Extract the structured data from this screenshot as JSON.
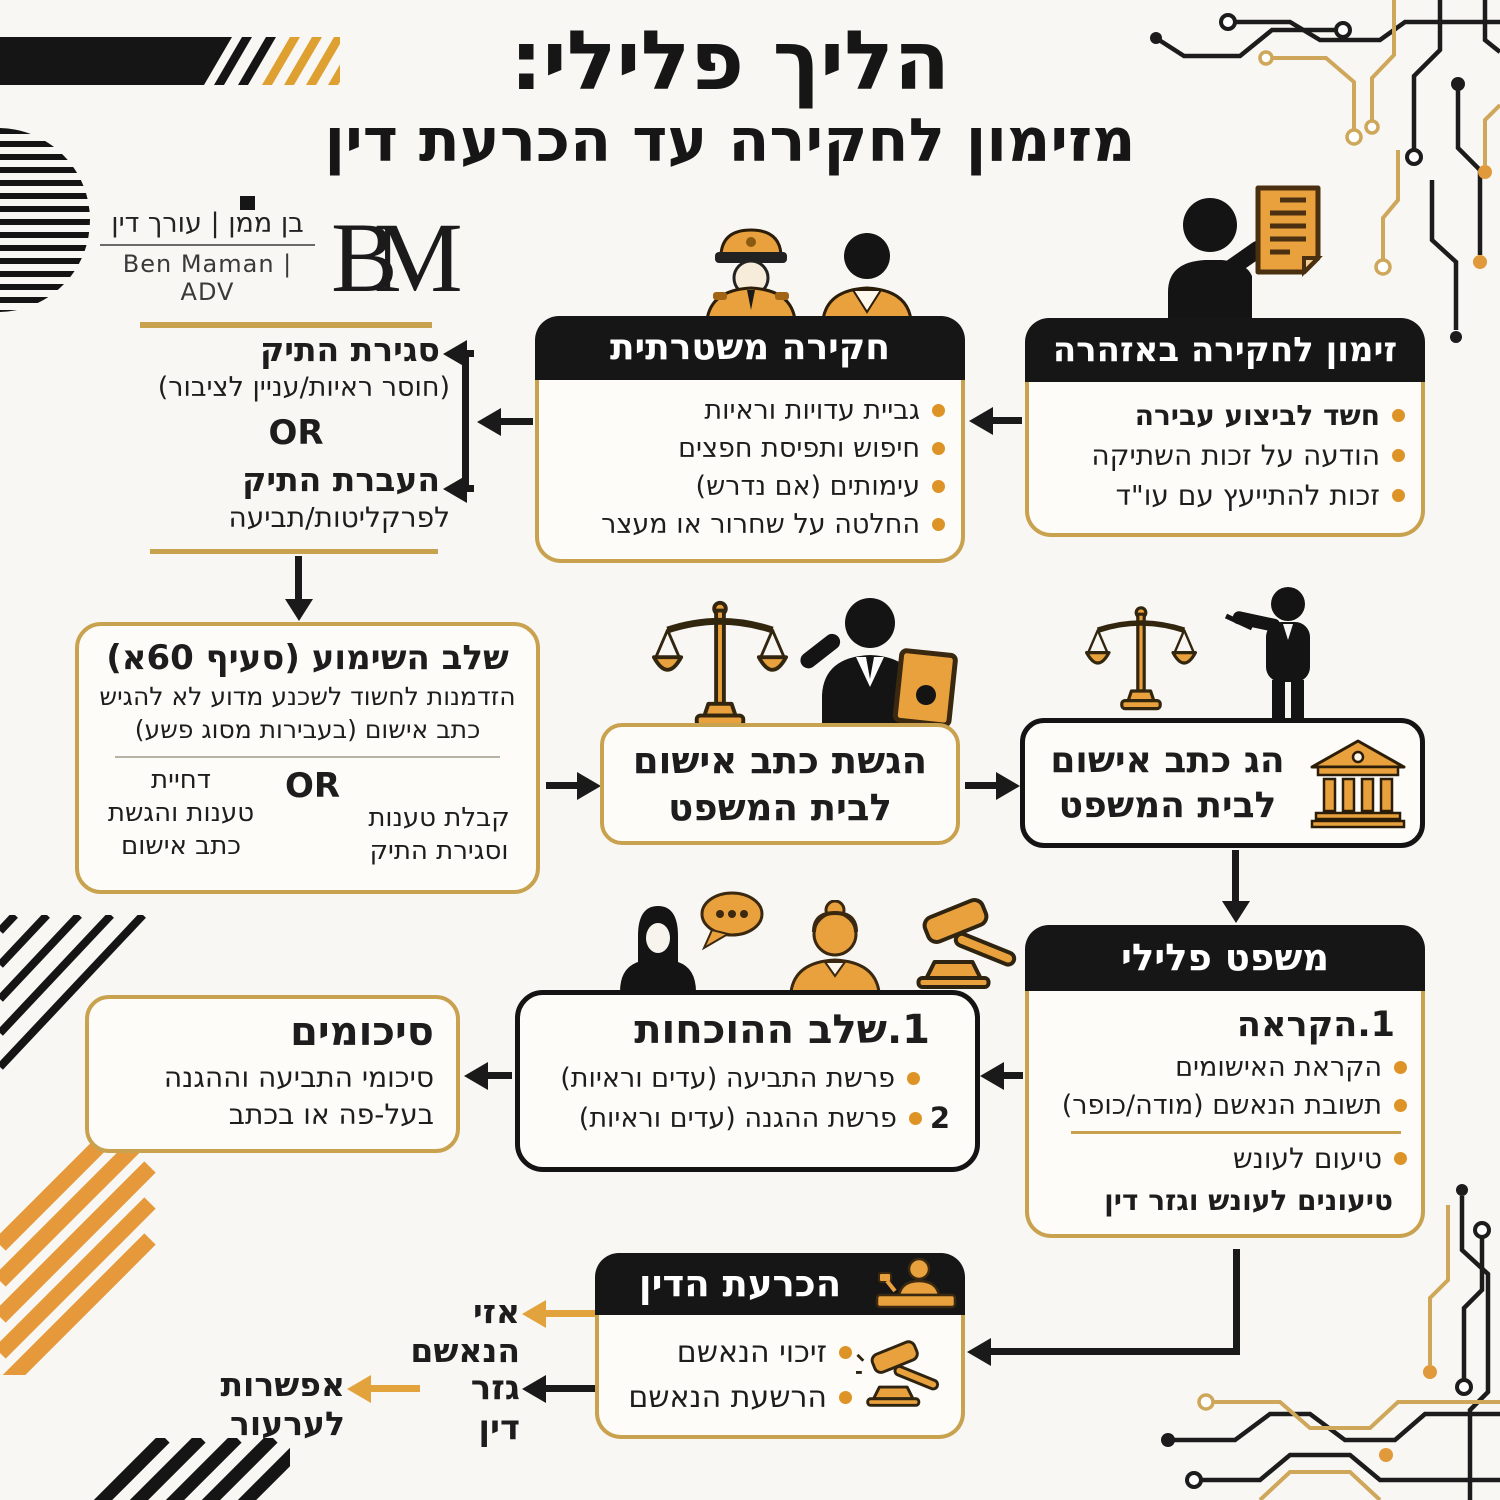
{
  "title": {
    "line1": "הליך פלילי:",
    "line2": "מזימון לחקירה עד הכרעת דין"
  },
  "logo": {
    "monogram_b": "B",
    "monogram_m": "M",
    "hebrew": "בן ממן | עורך דין",
    "english": "Ben Maman | ADV"
  },
  "summons_box": {
    "header": "זימון לחקירה באזהרה",
    "bullets": [
      "חשד לביצוע עבירה",
      "הודעה על זכות השתיקה",
      "זכות להתייעץ עם עו\"ד"
    ]
  },
  "police_box": {
    "header": "חקירה משטרתית",
    "bullets": [
      "גביית עדויות וראיות",
      "חיפוש ותפיסת חפצים",
      "עימותים (אם נדרש)",
      "החלטה על שחרור או מעצר"
    ]
  },
  "closure": {
    "option1": "סגירת התיק",
    "option1_note": "(חוסר ראיות/עניין לציבור)",
    "or": "OR",
    "option2": "העברת התיק",
    "option2_note": "לפרקליטות/תביעה"
  },
  "hearing_box": {
    "title": "שלב השימוע (סעיף 60א)",
    "desc1": "הזדמנות לחשוד לשכנע מדוע לא להגיש",
    "desc2": "כתב אישום (בעבירות מסוג פשע)",
    "or": "OR",
    "accept1": "קבלת טענות",
    "accept2": "וסגירת התיק",
    "reject1": "דחיית",
    "reject2": "טענות והגשת",
    "reject3": "כתב אישום"
  },
  "filing_box": {
    "line1": "הגשת כתב אישום",
    "line2": "לבית המשפט"
  },
  "filed_box": {
    "line1": "הג כתב אישום",
    "line2": "לבית המשפט"
  },
  "trial_box": {
    "header": "משפט פלילי",
    "stage": "1.הקראה",
    "bullets": [
      "הקראת האישומים",
      "תשובת הנאשם (מודה/כופר)"
    ],
    "bullet_sentencing": "טיעום לעונש",
    "sentencing_line": "טיעונים לעונש וגזר דין"
  },
  "evidence_box": {
    "title": "1.שלב ההוכחות",
    "bullet1": "פרשת התביעה (עדים וראיות)",
    "bullet2_num": "2",
    "bullet2": "פרשת ההגנה (עדים וראיות)"
  },
  "summary_box": {
    "title": "סיכומים",
    "line1": "סיכומי התביעה וההגנה",
    "line2": "בעל-פה או בכתב"
  },
  "verdict_box": {
    "header": "הכרעת הדין",
    "bullets": [
      "זיכוי הנאשם",
      "הרשעת הנאשם"
    ]
  },
  "outcomes": {
    "acquittal": "אזי הנאשם",
    "sentence": "גזר דין",
    "appeal": "אפשרות לערעור"
  },
  "icons": {
    "person_document": "person-holding-document",
    "police": "police-officer-and-suspect",
    "scales": "scales-of-justice",
    "prosecutor": "lawyer-with-folder",
    "pointer": "lawyer-pointing",
    "courthouse": "courthouse",
    "witness_black": "woman-silhouette-speech-bubble",
    "witness_orange": "woman-witness",
    "gavel": "gavel",
    "judge": "judge-at-bench"
  },
  "colors": {
    "gold": "#c9a24f",
    "orange": "#e6993a",
    "black": "#1a1a1a",
    "bullet": "#de9327",
    "background": "#f8f7f3"
  }
}
